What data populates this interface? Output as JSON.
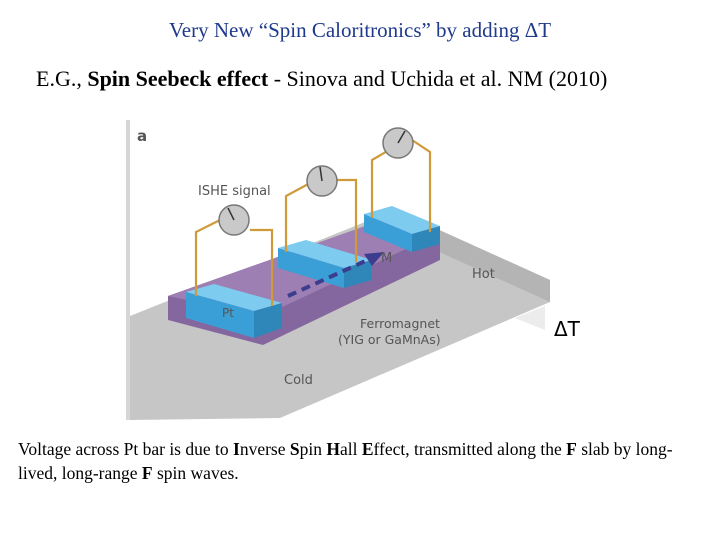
{
  "title": "Very New “Spin Caloritronics” by adding ΔT",
  "subtitle": {
    "prefix": "E.G., ",
    "bold": "Spin Seebeck effect",
    "suffix": " - Sinova and Uchida et al. NM (2010)"
  },
  "figure": {
    "panel_label": "a",
    "ishe_label": "ISHE signal",
    "pt_label": "Pt",
    "m_label": "M",
    "hot_label": "Hot",
    "cold_label": "Cold",
    "ferromagnet_line1": "Ferromagnet",
    "ferromagnet_line2": "(YIG or GaMnAs)",
    "delta_t_label": "ΔT",
    "colors": {
      "cold_plate": "#c9c9c9",
      "hot_plate": "#a9a9a9",
      "ferromagnet_top": "#9d7fb4",
      "ferromagnet_side": "#85679f",
      "pt_top": "#7ecbf0",
      "pt_side": "#3a9fd6",
      "wire": "#cf9a3a",
      "arrow": "#3d3d8f"
    }
  },
  "caption": {
    "t1": "Voltage across Pt bar is due to ",
    "b1": "I",
    "t2": "nverse ",
    "b2": "S",
    "t3": "pin ",
    "b3": "H",
    "t4": "all ",
    "b4": "E",
    "t5": "ffect, transmitted along the ",
    "b5": "F",
    "t6": " slab by long-lived, long-range ",
    "b6": "F",
    "t7": " spin waves."
  }
}
